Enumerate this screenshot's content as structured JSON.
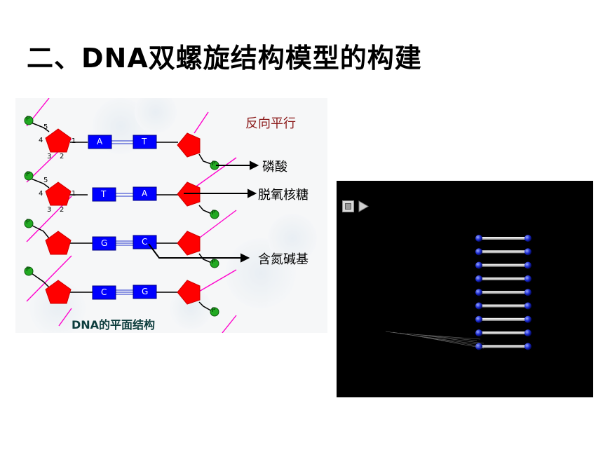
{
  "slide": {
    "title": "二、DNA双螺旋结构模型的构建"
  },
  "diagram": {
    "caption": "DNA的平面结构",
    "antiparallel_label": "反向平行",
    "callouts": {
      "phosphate": "磷酸",
      "deoxyribose": "脱氧核糖",
      "base": "含氮碱基"
    },
    "phosphate_symbol": "P",
    "carbon_numbers": [
      "5",
      "4",
      "3",
      "2",
      "1"
    ],
    "base_pairs": [
      {
        "left": "A",
        "right": "T"
      },
      {
        "left": "T",
        "right": "A"
      },
      {
        "left": "G",
        "right": "C"
      },
      {
        "left": "C",
        "right": "G"
      }
    ],
    "colors": {
      "sugar": "#ff0000",
      "base": "#0000ff",
      "phosphate": "#22aa22",
      "backbone": "#ff00cc",
      "label_red": "#8b1a1a"
    }
  },
  "animation": {
    "background": "#000000",
    "controls": {
      "stop": "stop-button",
      "play": "play-button"
    },
    "rungs": 9
  }
}
